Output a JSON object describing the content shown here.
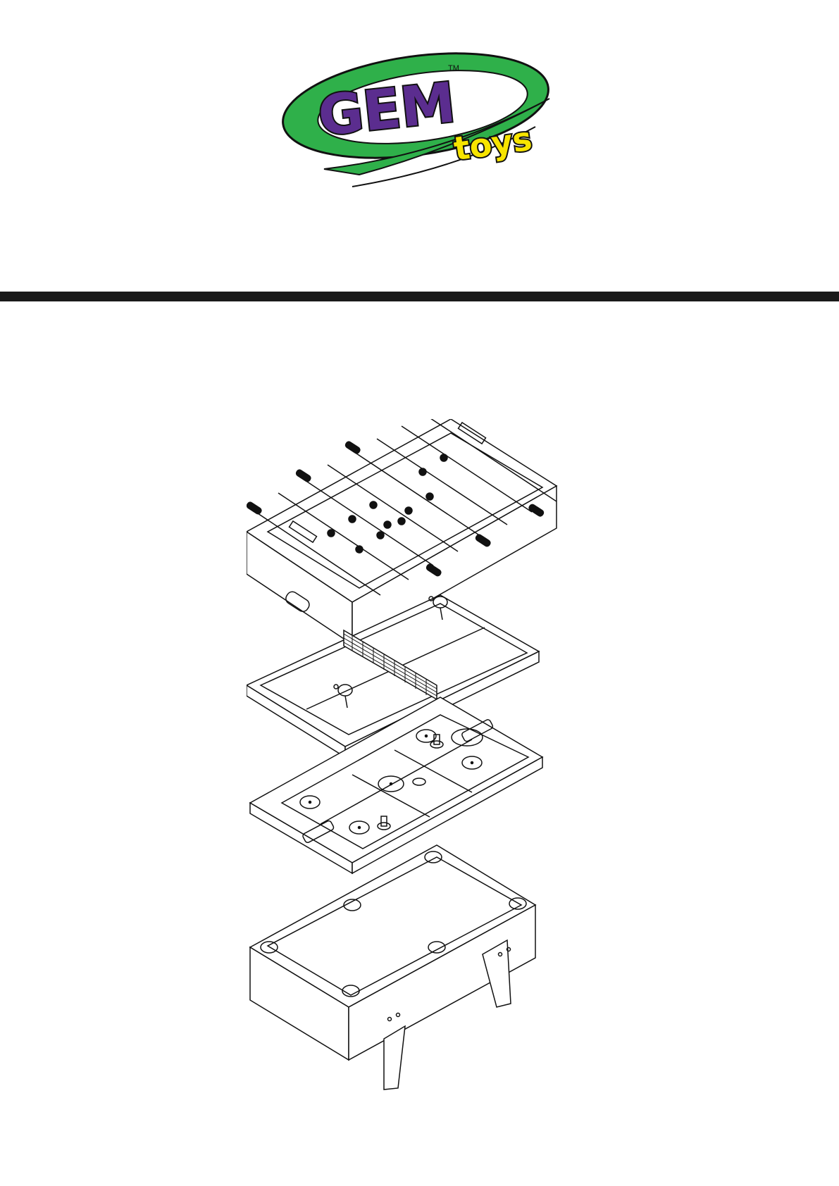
{
  "logo": {
    "brand": "GEM",
    "sub": "toys",
    "trademark": "TM",
    "colors": {
      "swoosh_green": "#2fb04a",
      "brand_purple": "#5b2d8f",
      "sub_yellow": "#f7e400",
      "outline": "#111111"
    }
  },
  "divider": {
    "color": "#1a1a1a"
  },
  "illustration": {
    "name": "multi-game-table-exploded-view",
    "layers": [
      "foosball-table",
      "table-tennis-top",
      "air-hockey-top",
      "pool-table"
    ]
  }
}
